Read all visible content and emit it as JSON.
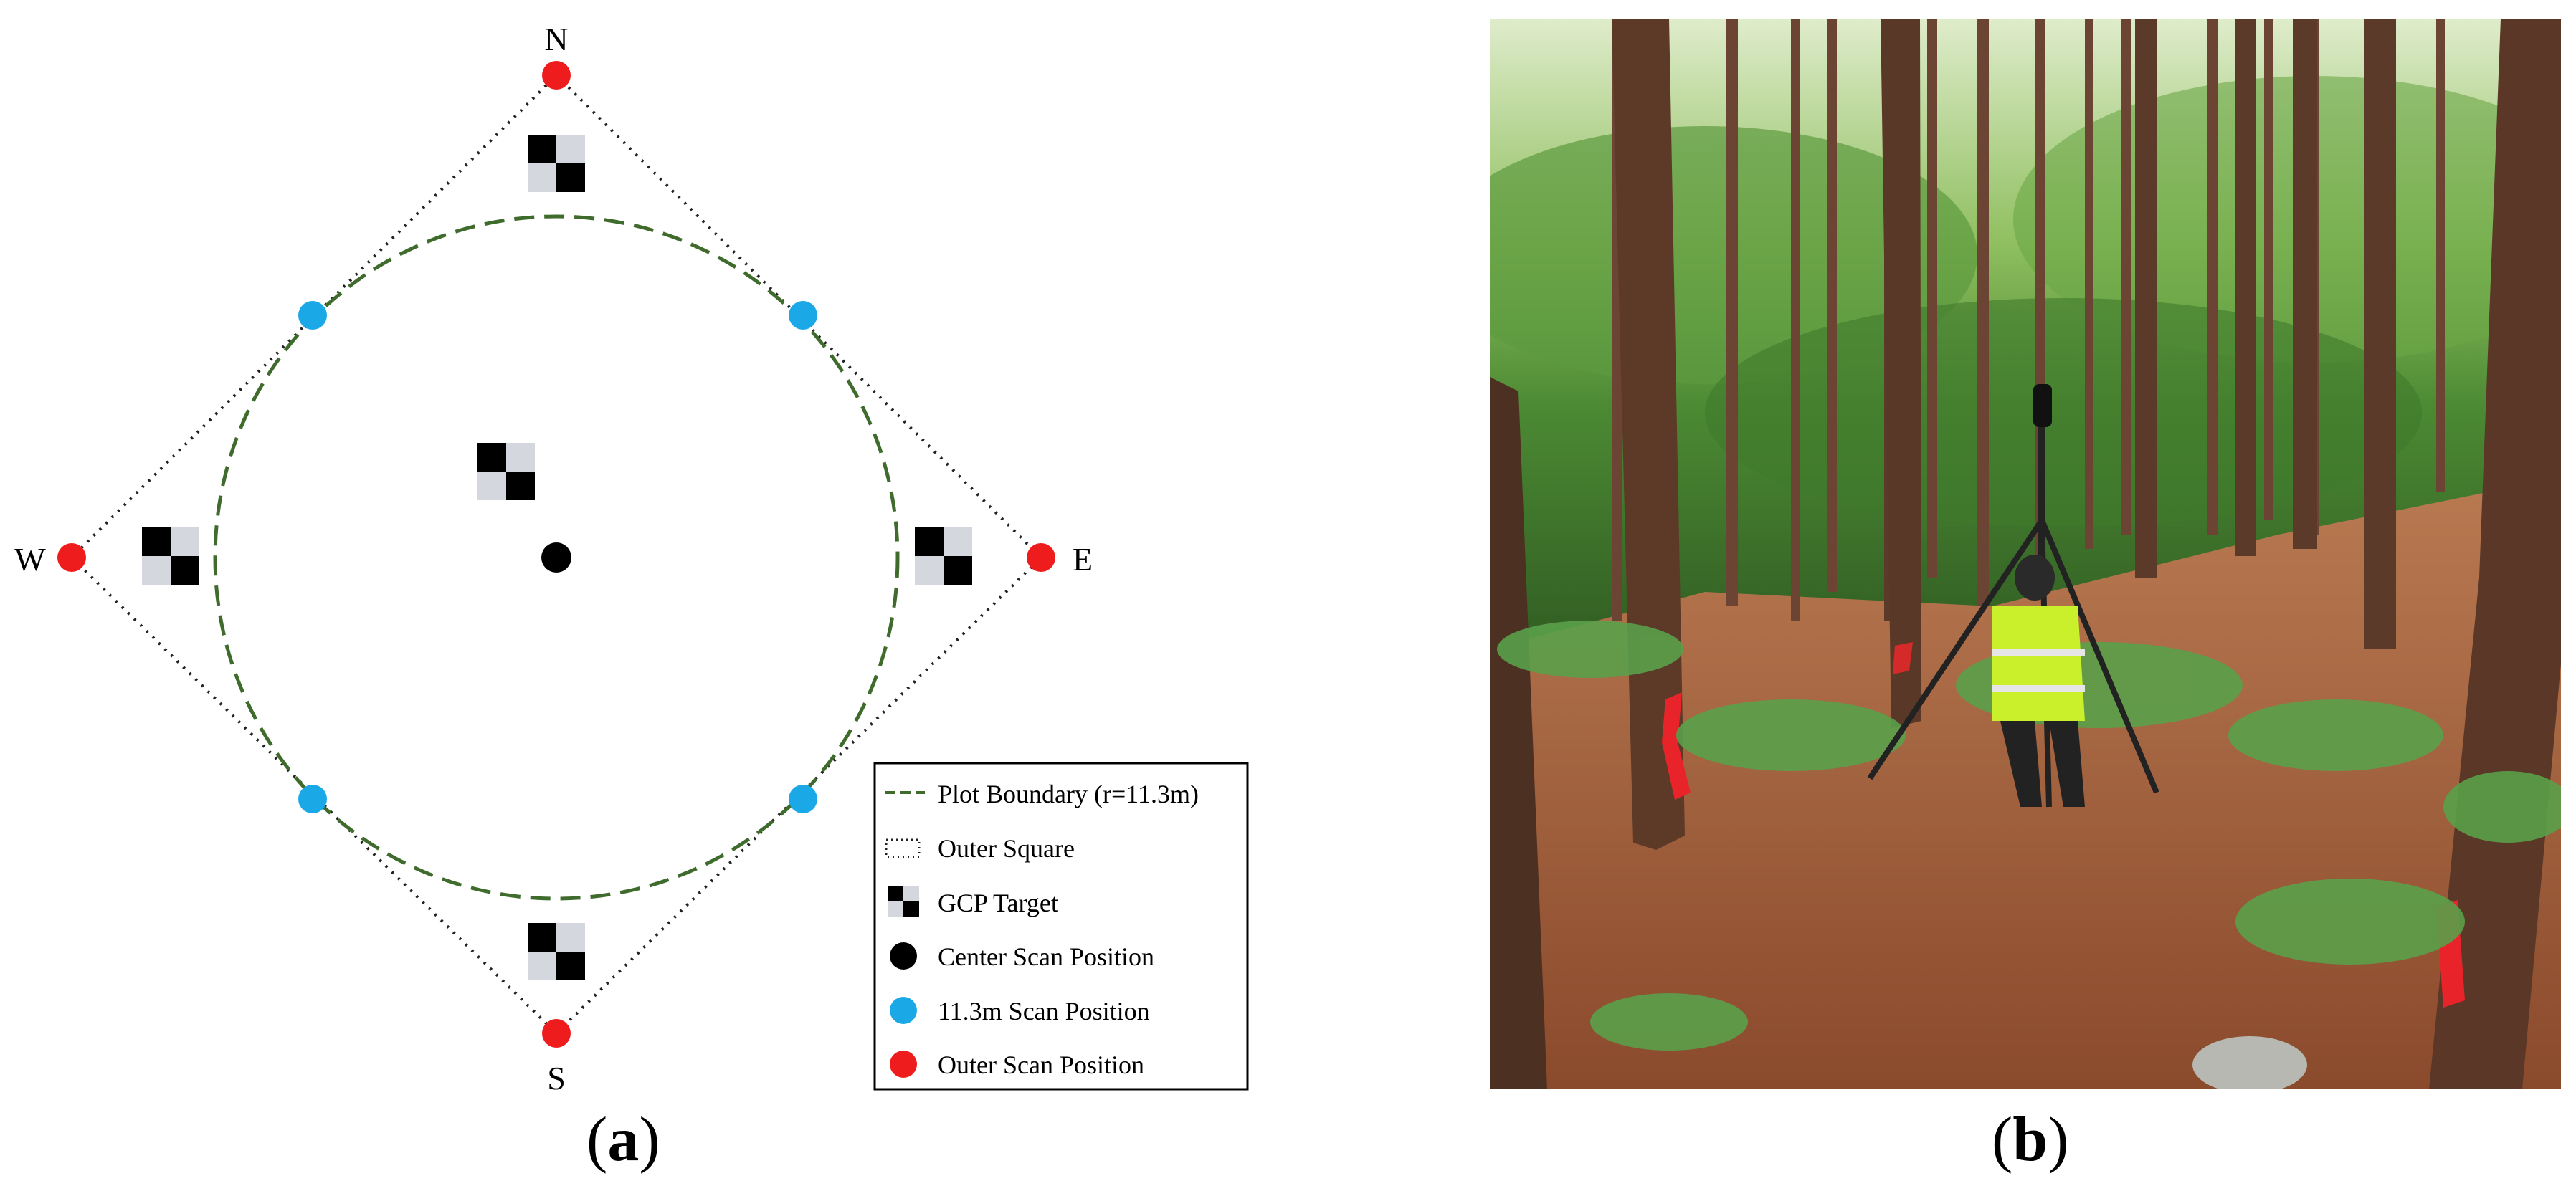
{
  "panel_a": {
    "caption_open": "(",
    "caption_letter": "a",
    "caption_close": ")",
    "compass": {
      "north": "N",
      "south": "S",
      "east": "E",
      "west": "W"
    },
    "legend": {
      "plot_boundary": "Plot Boundary (r=11.3m)",
      "outer_square": "Outer Square",
      "gcp_target": "GCP Target",
      "center_scan": "Center Scan Position",
      "scan_11_3m": "11.3m Scan Position",
      "outer_scan": "Outer Scan Position"
    },
    "colors": {
      "outer_scan": "#ee1c1c",
      "scan_11_3m": "#1aa8e6",
      "center_scan": "#000000",
      "plot_boundary": "#3f6b2c",
      "gcp_light": "#d4d7de",
      "gcp_dark": "#000000"
    }
  },
  "panel_b": {
    "caption_open": "(",
    "caption_letter": "b",
    "caption_close": ")",
    "colors": {
      "forest_floor": "#a5603d",
      "trunk": "#5b3a2a",
      "canopy": "#4f8a37",
      "vest": "#c9f02a",
      "paint": "#e8242a"
    }
  }
}
